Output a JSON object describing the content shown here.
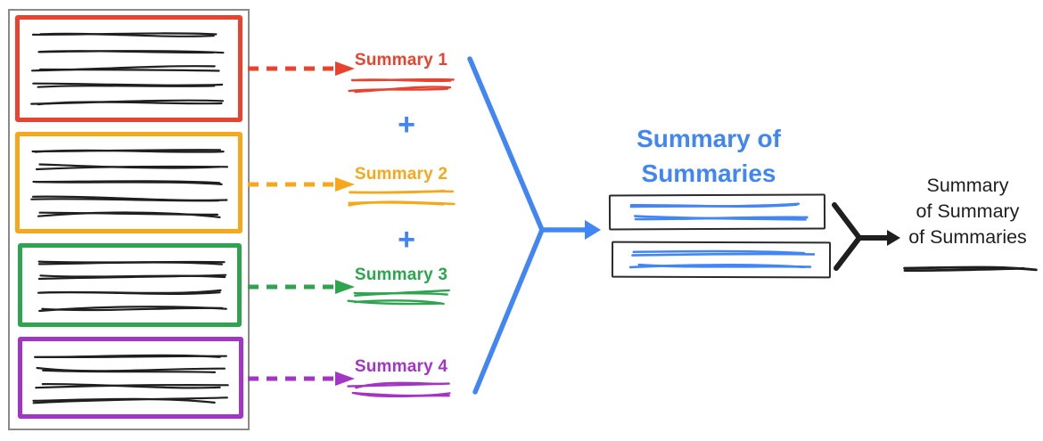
{
  "colors": {
    "red": "#E8432F",
    "yellow": "#F5A81C",
    "green": "#2EA44F",
    "purple": "#A235C4",
    "blue": "#4285F4",
    "ink": "#1F1F1F",
    "panel_border": "#8A8A8A",
    "box_border": "#2B2B2B"
  },
  "document_panel": {
    "chunks": [
      {
        "name": "chunk-1",
        "color": "red",
        "text_lines": 5
      },
      {
        "name": "chunk-2",
        "color": "yellow",
        "text_lines": 5
      },
      {
        "name": "chunk-3",
        "color": "green",
        "text_lines": 4
      },
      {
        "name": "chunk-4",
        "color": "purple",
        "text_lines": 4
      }
    ]
  },
  "summaries": [
    {
      "label": "Summary 1",
      "color": "red"
    },
    {
      "label": "Summary 2",
      "color": "yellow"
    },
    {
      "label": "Summary 3",
      "color": "green"
    },
    {
      "label": "Summary 4",
      "color": "purple"
    }
  ],
  "operators": {
    "plus": "+"
  },
  "summary_of_summaries": {
    "title": "Summary of Summaries",
    "box_count": 2,
    "lines_per_box": 2
  },
  "final_summary": {
    "lines": [
      "Summary",
      "of Summary",
      "of Summaries"
    ]
  }
}
